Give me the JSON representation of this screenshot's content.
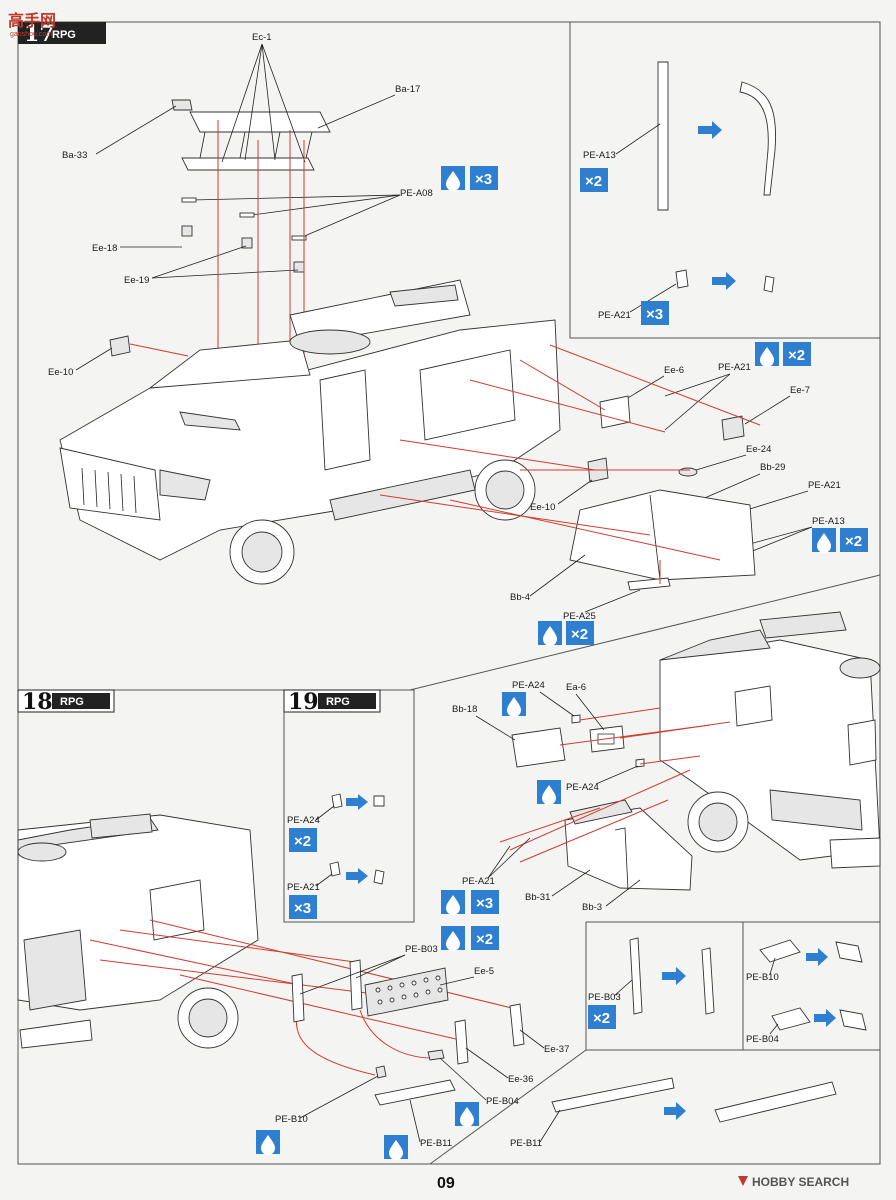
{
  "steps": {
    "s17": "17",
    "s18": "18",
    "s19": "19"
  },
  "brand": "RPG",
  "page_number": "09",
  "watermark": {
    "top_logo": "高手网",
    "top_url": "gaoshou.com",
    "bottom": "HOBBY SEARCH"
  },
  "labels": {
    "ec_1": "Ec-1",
    "ba_17": "Ba-17",
    "ba_33": "Ba-33",
    "pe_a08": "PE-A08",
    "ee_18": "Ee-18",
    "ee_19": "Ee-19",
    "ee_10_left": "Ee-10",
    "ee_6": "Ee-6",
    "pe_a21_mid": "PE-A21",
    "ee_7": "Ee-7",
    "ee_24": "Ee-24",
    "bb_29": "Bb-29",
    "pe_a21_right": "PE-A21",
    "pe_a13_right": "PE-A13",
    "ee_10_mid": "Ee-10",
    "bb_4": "Bb-4",
    "pe_a25": "PE-A25",
    "inset_pe_a13": "PE-A13",
    "inset_pe_a21": "PE-A21",
    "s19_pe_a24": "PE-A24",
    "s19_pe_a21": "PE-A21",
    "s19_main_pe_a24_top": "PE-A24",
    "ea_6": "Ea-6",
    "bb_18": "Bb-18",
    "s19_main_pe_a24_bottom": "PE-A24",
    "s19_main_pe_a21": "PE-A21",
    "bb_31": "Bb-31",
    "bb_3": "Bb-3",
    "pe_b03": "PE-B03",
    "ee_5": "Ee-5",
    "ee_37": "Ee-37",
    "ee_36": "Ee-36",
    "pe_b04": "PE-B04",
    "pe_b10": "PE-B10",
    "pe_b11": "PE-B11",
    "inset_pe_b03": "PE-B03",
    "inset_pe_b10": "PE-B10",
    "inset_pe_b04": "PE-B04",
    "inset_pe_b11": "PE-B11"
  },
  "badges": {
    "x3_a": "×3",
    "x2_a": "×2",
    "x3_b": "×3",
    "x2_b": "×2",
    "x2_c": "×2",
    "x2_d": "×2",
    "x2_e": "×2",
    "x3_c": "×3",
    "x3_d": "×3",
    "x2_f": "×2",
    "x2_g": "×2"
  },
  "colors": {
    "accent_blue": "#2f7fd1",
    "arrow_red": "#d23a2e"
  },
  "icons": {
    "glue": "glue-drop-icon",
    "arrow": "blue-arrow-icon"
  }
}
